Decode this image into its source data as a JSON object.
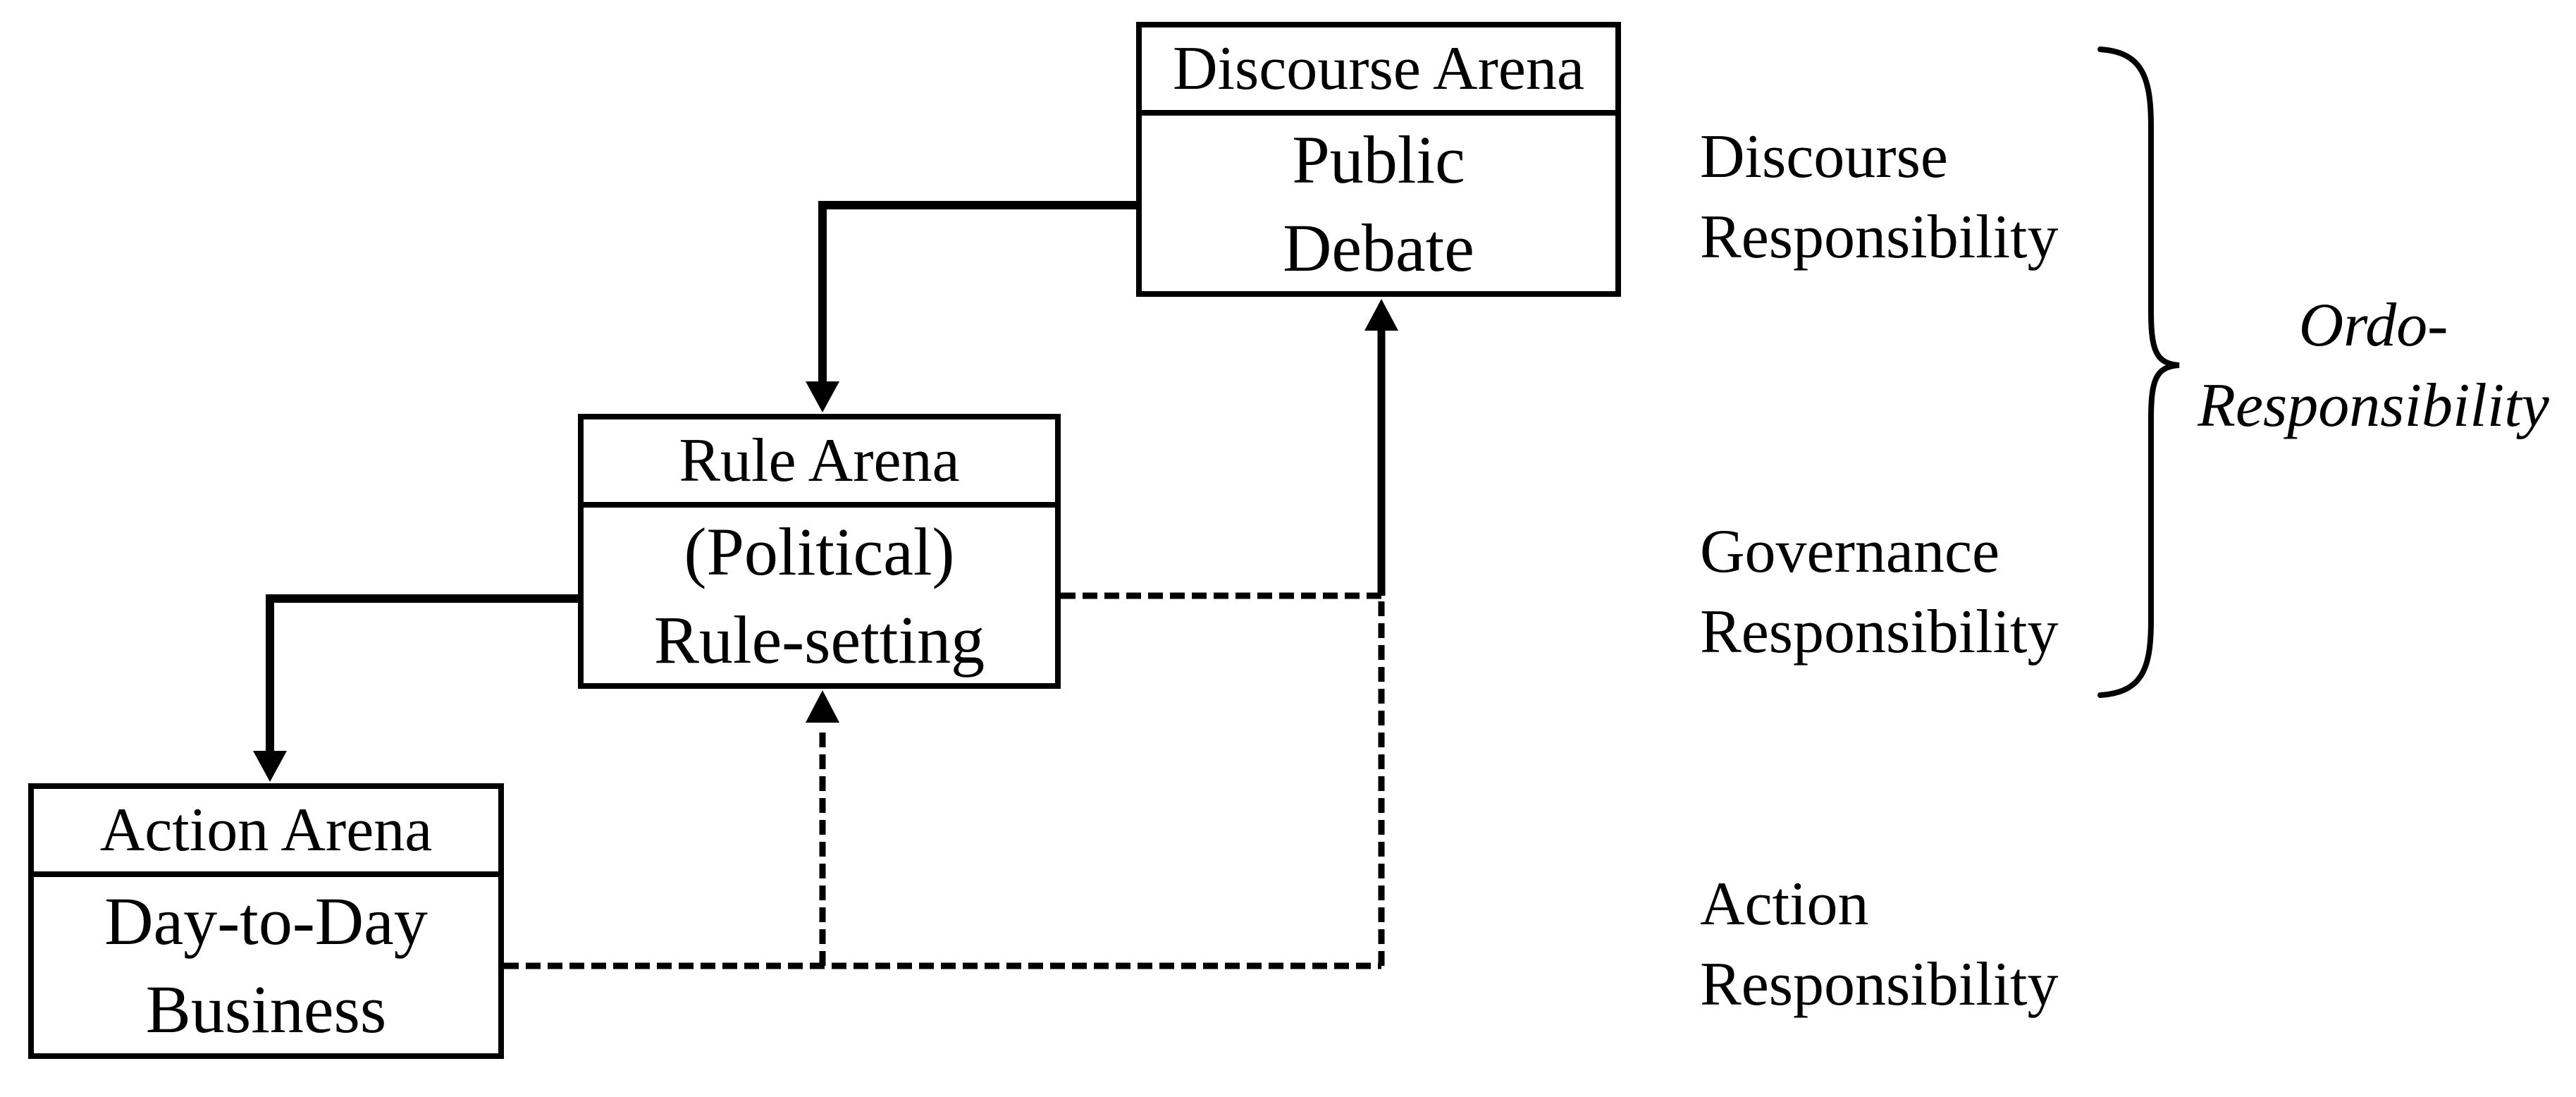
{
  "diagram": {
    "colors": {
      "ink": "#000000",
      "background": "#ffffff"
    },
    "boxes": [
      {
        "id": "discourse-arena",
        "title": "Discourse Arena",
        "line1": "Public",
        "line2": "Debate"
      },
      {
        "id": "rule-arena",
        "title": "Rule Arena",
        "line1": "(Political)",
        "line2": "Rule-setting"
      },
      {
        "id": "action-arena",
        "title": "Action Arena",
        "line1": "Day-to-Day",
        "line2": "Business"
      }
    ],
    "side_labels": [
      {
        "id": "discourse-responsibility",
        "line1": "Discourse",
        "line2": "Responsibility"
      },
      {
        "id": "governance-responsibility",
        "line1": "Governance",
        "line2": "Responsibility"
      },
      {
        "id": "action-responsibility",
        "line1": "Action",
        "line2": "Responsibility"
      }
    ],
    "brace_label": {
      "line1": "Ordo-",
      "line2": "Responsibility"
    }
  }
}
